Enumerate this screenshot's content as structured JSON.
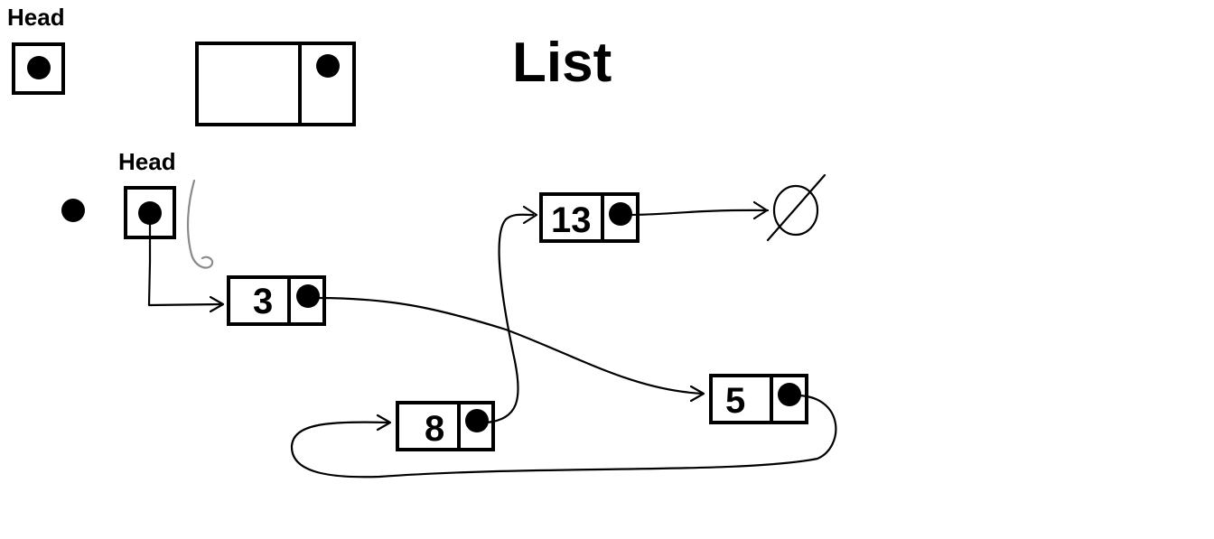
{
  "title": "List",
  "head_label_top": "Head",
  "head_label_mid": "Head",
  "nodes": {
    "n3": "3",
    "n8": "8",
    "n5": "5",
    "n13": "13"
  },
  "null_symbol": "null-set-symbol",
  "colors": {
    "ink": "#000000",
    "pencil": "#8a8a8a",
    "background": "#ffffff"
  }
}
